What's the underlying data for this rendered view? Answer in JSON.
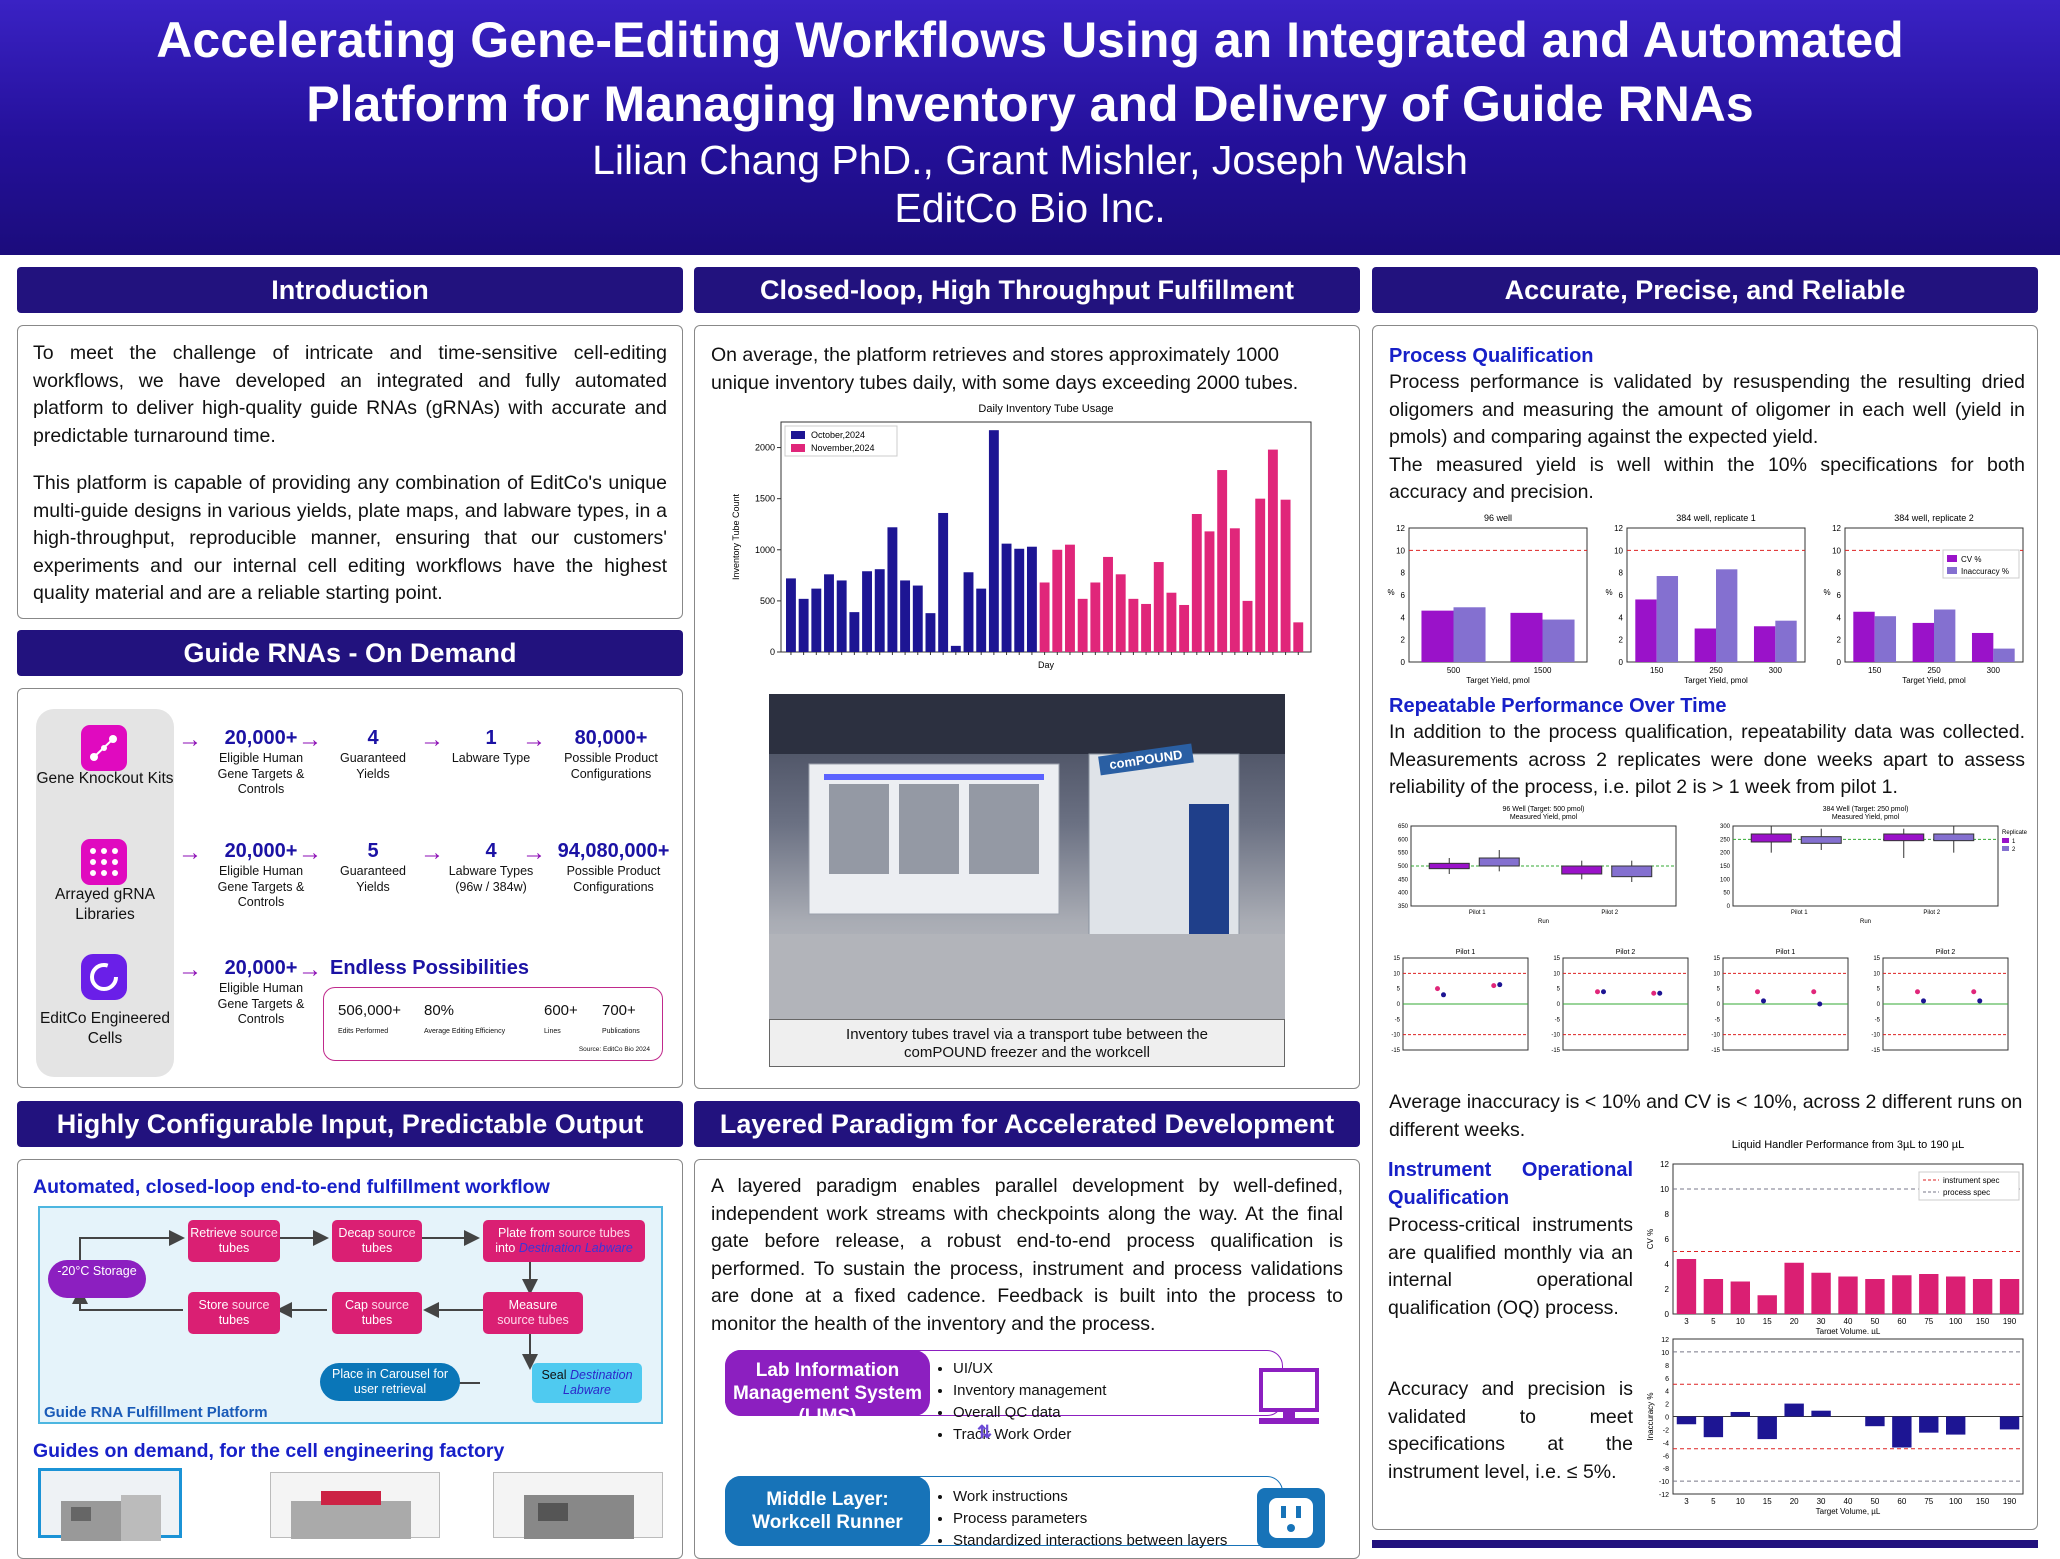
{
  "header": {
    "title_line1": "Accelerating Gene-Editing Workflows Using an Integrated and Automated",
    "title_line2": "Platform for Managing Inventory and Delivery of Guide RNAs",
    "authors": "Lilian Chang PhD., Grant Mishler, Joseph Walsh",
    "affiliation": "EditCo Bio Inc."
  },
  "intro": {
    "title": "Introduction",
    "p1": "To meet the challenge of intricate and time-sensitive cell-editing workflows, we have developed an integrated and fully automated platform to deliver high-quality guide RNAs (gRNAs) with accurate and predictable turnaround time.",
    "p2": "This platform is capable of providing any combination of EditCo's unique multi-guide designs in various yields, plate maps, and labware types, in a high-throughput, reproducible manner, ensuring that our customers' experiments and our internal cell editing workflows have the highest quality material and are a reliable starting point."
  },
  "guides": {
    "title": "Guide RNAs - On Demand",
    "rows": [
      {
        "label": "Gene Knockout Kits",
        "n1": "20,000+",
        "c1": "Eligible Human Gene Targets & Controls",
        "n2": "4",
        "c2": "Guaranteed Yields",
        "n3": "1",
        "c3": "Labware Type",
        "n4": "80,000+",
        "c4": "Possible Product Configurations"
      },
      {
        "label": "Arrayed gRNA Libraries",
        "n1": "20,000+",
        "c1": "Eligible Human Gene Targets & Controls",
        "n2": "5",
        "c2": "Guaranteed Yields",
        "n3": "4",
        "c3": "Labware Types (96w / 384w)",
        "n4": "94,080,000+",
        "c4": "Possible Product Configurations"
      },
      {
        "label": "EditCo Engineered Cells",
        "n1": "20,000+",
        "c1": "Eligible Human Gene Targets & Controls",
        "endless": "Endless Possibilities"
      }
    ],
    "stats": [
      {
        "v": "506,000+",
        "l": "Edits Performed"
      },
      {
        "v": "80%",
        "l": "Average Editing Efficiency"
      },
      {
        "v": "600+",
        "l": "Lines"
      },
      {
        "v": "700+",
        "l": "Publications"
      }
    ],
    "stats_source": "Source: EditCo Bio 2024"
  },
  "config": {
    "title": "Highly Configurable Input, Predictable Output",
    "sub1": "Automated, closed-loop end-to-end fulfillment workflow",
    "sub2": "Guides on demand, for the cell engineering factory",
    "flow": {
      "storage": "-20°C Storage",
      "retrieve": "Retrieve",
      "decap": "Decap",
      "plate_from": "Plate from",
      "into": "into",
      "store": "Store",
      "cap": "Cap",
      "measure": "Measure",
      "seal": "Seal",
      "carousel": "Place in Carousel for user retrieval",
      "source": "source",
      "tubes": "tubes",
      "source_tubes": "source tubes",
      "dest": "Destination Labware",
      "dest1": "Destination",
      "labware": "Labware",
      "platform": "Guide RNA Fulfillment Platform"
    }
  },
  "fulfill": {
    "title": "Closed-loop, High Throughput Fulfillment",
    "text": "On average, the platform retrieves and stores approximately 1000 unique inventory tubes daily, with some days exceeding 2000 tubes.",
    "photo_caption": "Inventory tubes travel via a transport tube between the comPOUND freezer and the workcell",
    "photo_sign": "comPOUND"
  },
  "layered": {
    "title": "Layered Paradigm for Accelerated Development",
    "text": "A layered paradigm enables parallel development by well-defined, independent work streams with checkpoints along the way.  At the final gate before release, a robust end-to-end process qualification is performed.  To sustain the process, instrument and process validations are done at a fixed cadence.  Feedback is built into the process to monitor the health of the inventory and the process.",
    "lims": "Lab Information Management System (LIMS)",
    "lims_items": [
      "UI/UX",
      "Inventory management",
      "Overall QC data",
      "Track Work Order"
    ],
    "middle": "Middle Layer: Workcell Runner",
    "middle_items": [
      "Work instructions",
      "Process parameters",
      "Standardized interactions between layers"
    ]
  },
  "accurate": {
    "title": "Accurate, Precise, and Reliable",
    "pq_title": "Process Qualification",
    "pq_p1": "Process performance is validated by resuspending the resulting dried oligomers and measuring the amount of oligomer in each well (yield in pmols) and comparing against the expected yield.",
    "pq_p2": "The measured yield is well within the 10% specifications for both accuracy and precision.",
    "rp_title": "Repeatable Performance Over Time",
    "rp_p": "In addition to the process qualification, repeatability data was collected. Measurements across 2 replicates were done weeks apart to assess reliability of the process, i.e. pilot 2 is > 1 week from pilot 1.",
    "avg": "Average inaccuracy is < 10% and CV is < 10%, across 2 different runs on different weeks.",
    "ioq_title": "Instrument Operational Qualification",
    "ioq_p1": "Process-critical instruments are qualified monthly via an internal operational qualification (OQ) process.",
    "ioq_p2": "Accuracy and precision is validated to meet specifications at the instrument level, i.e. ≤ 5%."
  },
  "chart_data": [
    {
      "type": "bar",
      "title": "Daily Inventory Tube Usage",
      "xlabel": "Day",
      "ylabel": "Inventory Tube Count",
      "ylim": [
        0,
        2250
      ],
      "yticks": [
        0,
        500,
        1000,
        1500,
        2000
      ],
      "legend": "top-left",
      "series": [
        {
          "name": "October,2024",
          "color": "#1d1593",
          "values": [
            720,
            520,
            620,
            760,
            700,
            390,
            790,
            810,
            1220,
            700,
            650,
            380,
            1360,
            60,
            780,
            620,
            2170,
            1060,
            1010,
            1030
          ]
        },
        {
          "name": "November,2024",
          "color": "#e0267a",
          "values": [
            680,
            1000,
            1050,
            520,
            680,
            930,
            760,
            520,
            470,
            880,
            580,
            460,
            1350,
            1180,
            1780,
            1210,
            500,
            1500,
            1980,
            1490,
            290
          ]
        }
      ]
    },
    {
      "type": "bar",
      "title": "96 well",
      "xlabel": "Target Yield, pmol",
      "ylabel": "%",
      "ylim": [
        0,
        12
      ],
      "categories": [
        "500",
        "1500"
      ],
      "spec": 10,
      "series": [
        {
          "name": "CV %",
          "color": "#9a12c9",
          "values": [
            4.6,
            4.4
          ]
        },
        {
          "name": "Inaccuracy %",
          "color": "#8470d0",
          "values": [
            4.9,
            3.8
          ]
        }
      ]
    },
    {
      "type": "bar",
      "title": "384 well, replicate 1",
      "xlabel": "Target Yield, pmol",
      "ylabel": "%",
      "ylim": [
        0,
        12
      ],
      "categories": [
        "150",
        "250",
        "300"
      ],
      "spec": 10,
      "series": [
        {
          "name": "CV %",
          "color": "#9a12c9",
          "values": [
            5.6,
            3.0,
            3.2
          ]
        },
        {
          "name": "Inaccuracy %",
          "color": "#8470d0",
          "values": [
            7.7,
            8.3,
            3.7
          ]
        }
      ]
    },
    {
      "type": "bar",
      "title": "384 well, replicate 2",
      "xlabel": "Target Yield, pmol",
      "ylabel": "%",
      "ylim": [
        0,
        12
      ],
      "categories": [
        "150",
        "250",
        "300"
      ],
      "spec": 10,
      "legend": "top-right",
      "series": [
        {
          "name": "CV %",
          "color": "#9a12c9",
          "values": [
            4.5,
            3.5,
            2.6
          ]
        },
        {
          "name": "Inaccuracy %",
          "color": "#8470d0",
          "values": [
            4.1,
            4.7,
            1.2
          ]
        }
      ]
    },
    {
      "type": "bar",
      "title": "Liquid Handler Performance from 3µL to 190 µL",
      "xlabel": "Target Volume, µL",
      "ylabel": "CV %",
      "ylim": [
        0,
        12
      ],
      "categories": [
        "3",
        "5",
        "10",
        "15",
        "20",
        "30",
        "40",
        "50",
        "60",
        "75",
        "100",
        "150",
        "190"
      ],
      "series": [
        {
          "name": "CV %",
          "color": "#da1f73",
          "values": [
            4.4,
            2.8,
            2.6,
            1.5,
            4.1,
            3.3,
            3.0,
            2.8,
            3.1,
            3.2,
            3.0,
            2.8,
            2.8
          ]
        }
      ],
      "legend_entries": [
        "instrument spec",
        "process spec"
      ]
    },
    {
      "type": "bar",
      "title": "",
      "xlabel": "Target Volume, µL",
      "ylabel": "Inaccuracy %",
      "ylim": [
        -12,
        12
      ],
      "categories": [
        "3",
        "5",
        "10",
        "15",
        "20",
        "30",
        "40",
        "50",
        "60",
        "75",
        "100",
        "150",
        "190"
      ],
      "series": [
        {
          "name": "Inaccuracy %",
          "color": "#1d1593",
          "values": [
            -1.2,
            -3.2,
            0.7,
            -3.5,
            2.0,
            0.9,
            0,
            -1.5,
            -4.8,
            -2.5,
            -2.8,
            0,
            -2.0
          ]
        }
      ]
    },
    {
      "type": "boxplot",
      "title": "96 Well (Target: 500 pmol)",
      "subtitle": "Measured Yield, pmol",
      "xlabel": "Run",
      "categories": [
        "Pilot 1",
        "Pilot 2"
      ]
    },
    {
      "type": "boxplot",
      "title": "384 Well (Target: 250 pmol)",
      "subtitle": "Measured Yield, pmol",
      "xlabel": "Run",
      "categories": [
        "Pilot 1",
        "Pilot 2"
      ],
      "legend_title": "Replicate",
      "legend": [
        "1",
        "2"
      ]
    }
  ]
}
